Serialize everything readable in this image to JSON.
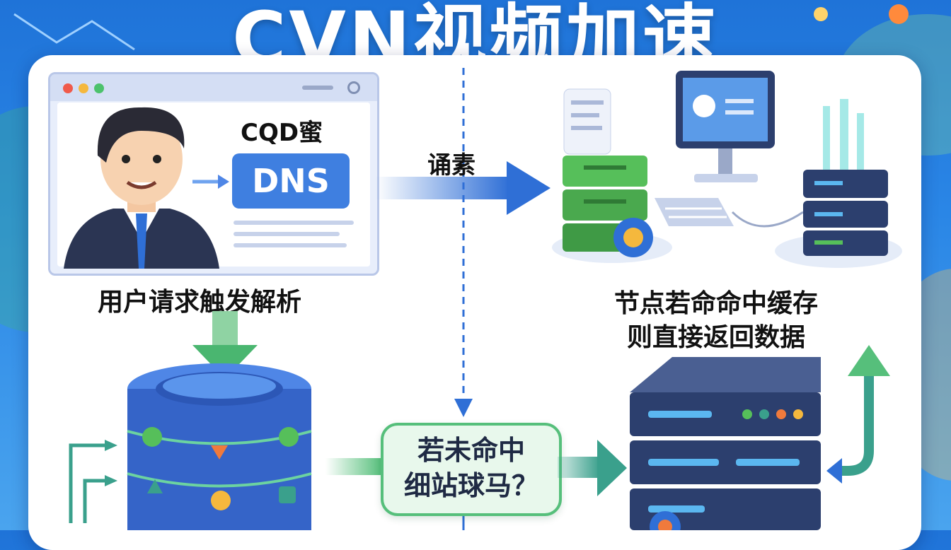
{
  "title": "CVN视频加速",
  "browser": {
    "caption": "CQD蜜",
    "dns_label": "DNS"
  },
  "labels": {
    "user_request": "用户请求触发解析",
    "arrow_label": "诵素",
    "node_hit_line1": "节点若命命中缓存",
    "node_hit_line2": "则直接返回数据",
    "miss_line1": "若未命中",
    "miss_line2": "细站球马？"
  },
  "colors": {
    "primary_blue": "#2f6fd6",
    "green": "#56bf7b",
    "dark_server": "#2c3f6e"
  },
  "icons": [
    "user-avatar-icon",
    "database-cluster-icon",
    "edge-server-icon",
    "computer-icon",
    "keyboard-icon",
    "origin-server-icon"
  ]
}
